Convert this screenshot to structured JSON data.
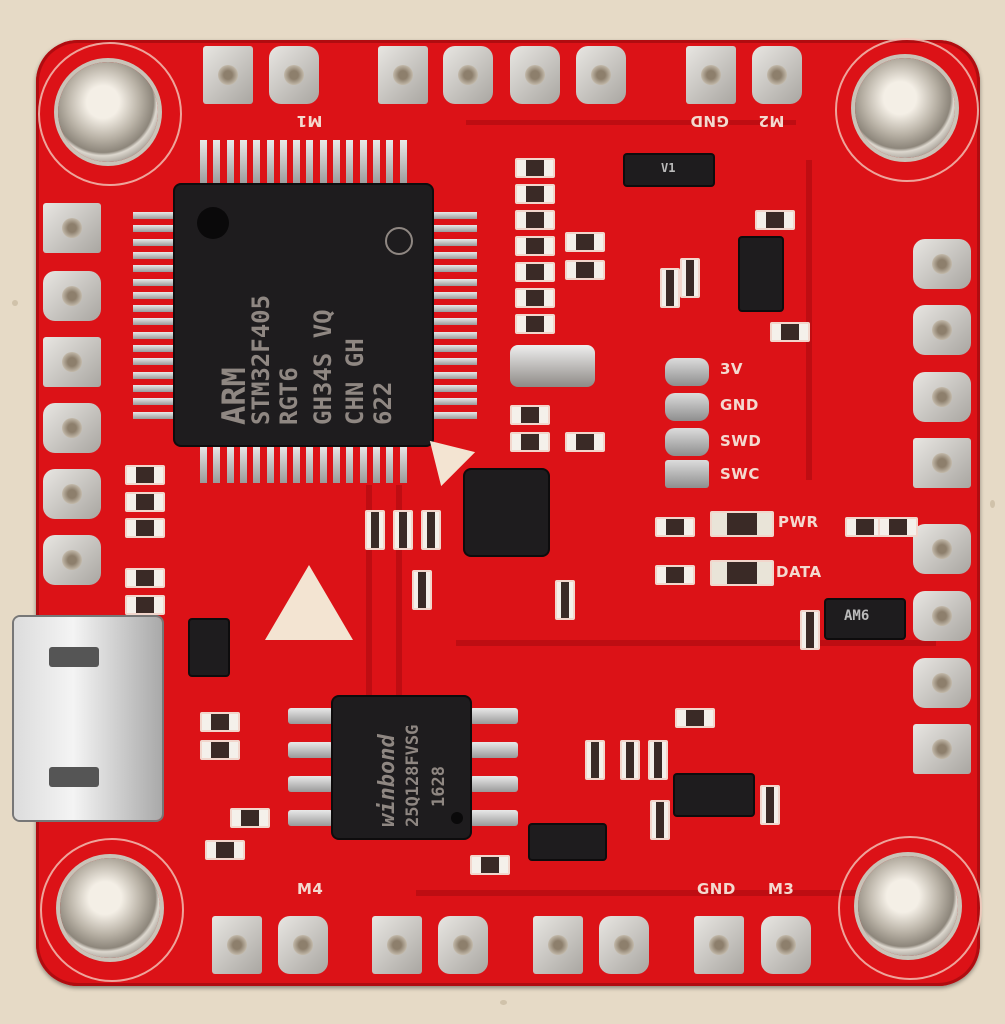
{
  "board": {
    "color": "#dc1217",
    "labels": {
      "m1": "M1",
      "m2": "M2",
      "gnd_top": "GND",
      "m3": "M3",
      "m4": "M4",
      "gnd_bottom": "GND",
      "debug_3v": "3V",
      "debug_gnd": "GND",
      "debug_swd": "SWD",
      "debug_swc": "SWC",
      "led_pwr": "PWR",
      "led_data": "DATA",
      "regulator_top": "V1",
      "regulator_bottom": "AM6"
    }
  },
  "mcu": {
    "brand": "ARM",
    "part": "STM32F405",
    "variant": "RGT6",
    "line3": "GH34S VQ",
    "line4": "CHN GH 622"
  },
  "flash": {
    "brand": "winbond",
    "part": "25Q128FVSG",
    "date": "1628"
  }
}
